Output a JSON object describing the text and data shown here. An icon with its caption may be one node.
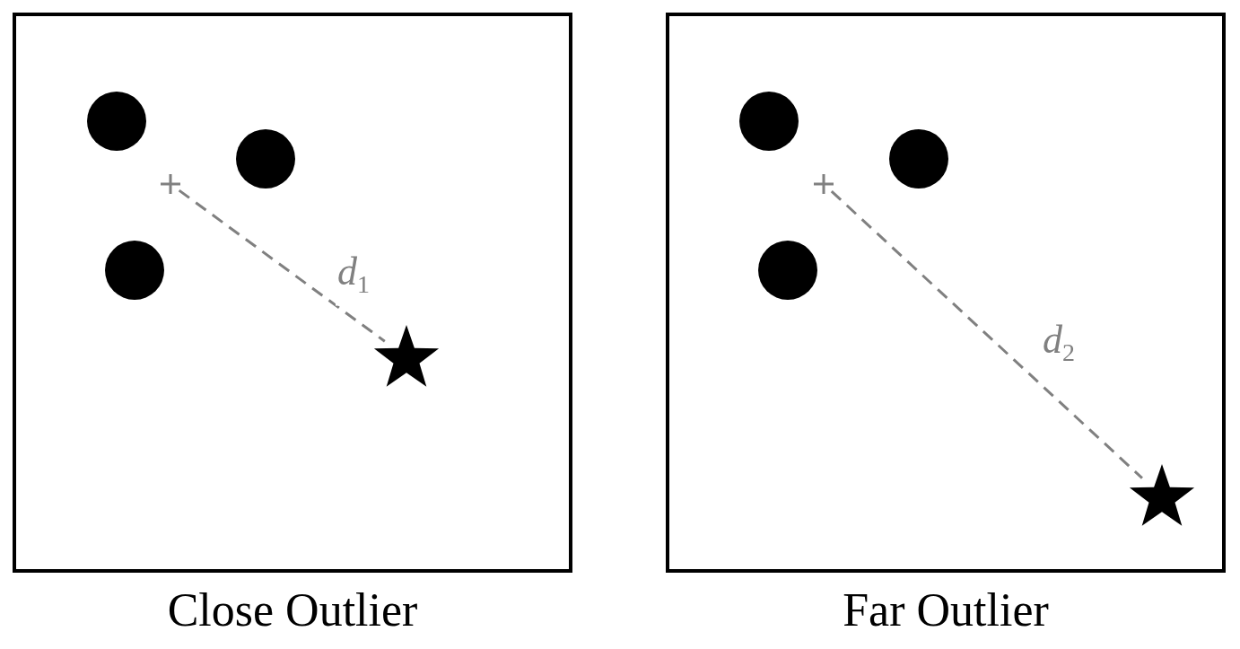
{
  "diagram": {
    "nodes": [
      {
        "text": [
          "Close Outlier"
        ]
      },
      {
        "text": [],
        "shape": "circle",
        "in": 0
      },
      {
        "text": [],
        "shape": "circle",
        "in": 0
      },
      {
        "text": [],
        "shape": "circle",
        "in": 0
      },
      {
        "text": [],
        "shape": "cross",
        "in": 0
      },
      {
        "text": [],
        "shape": "star",
        "in": 0
      },
      {
        "text": [
          "Far Outlier"
        ]
      },
      {
        "text": [],
        "shape": "circle",
        "in": 6
      },
      {
        "text": [],
        "shape": "circle",
        "in": 6
      },
      {
        "text": [],
        "shape": "circle",
        "in": 6
      },
      {
        "text": [],
        "shape": "cross",
        "in": 6
      },
      {
        "text": [],
        "shape": "star",
        "in": 6
      }
    ],
    "edges": [
      {
        "from": 4,
        "to": 5,
        "arrow": "none",
        "style": "dashed",
        "label": "*d*$_{1}$"
      },
      {
        "from": 10,
        "to": 11,
        "arrow": "none",
        "style": "dashed",
        "label": "*d*$_{2}$"
      }
    ]
  }
}
